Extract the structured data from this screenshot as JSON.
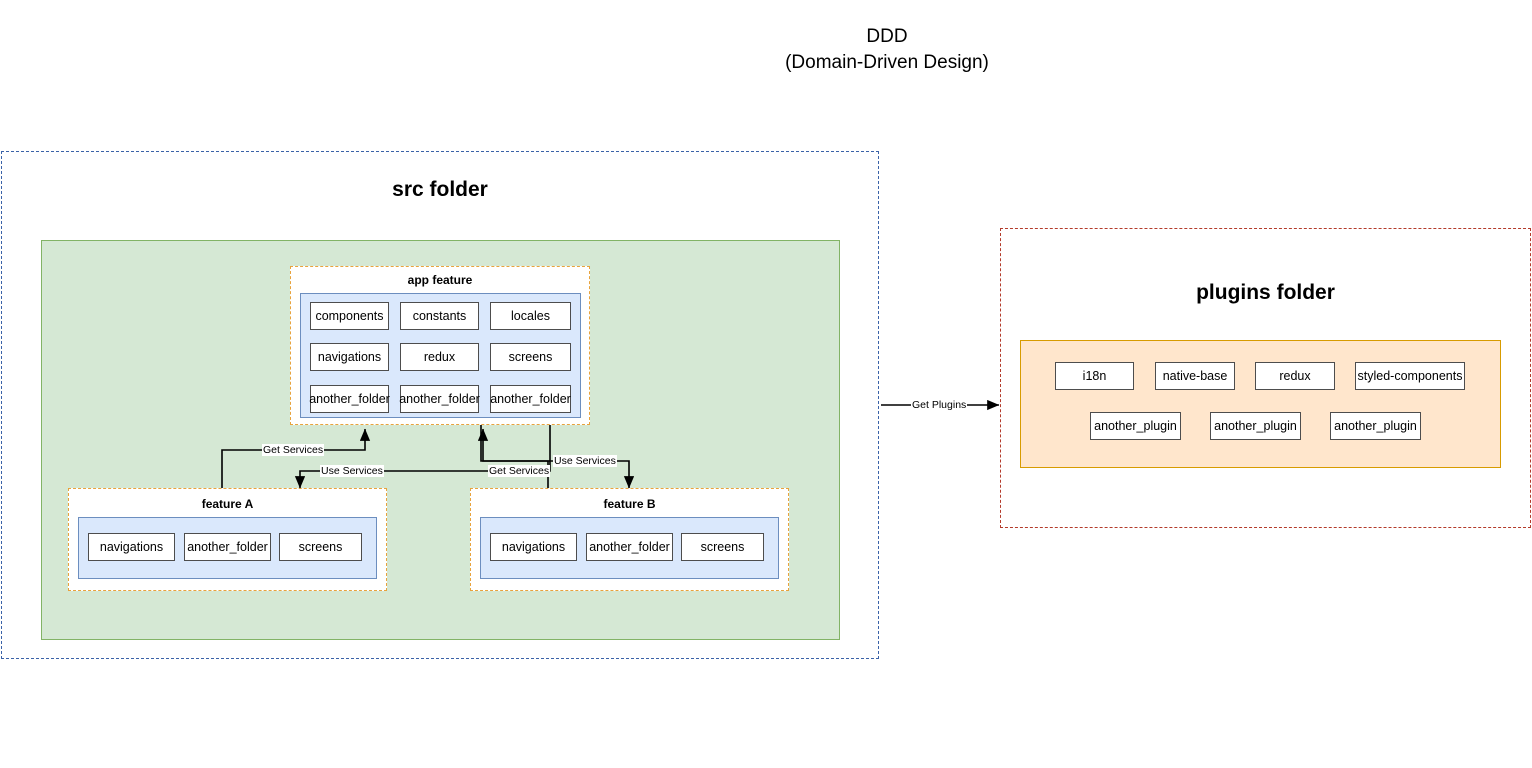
{
  "title": {
    "line1": "DDD",
    "line2": "(Domain-Driven Design)"
  },
  "src_folder": {
    "heading": "src folder",
    "app_feature": {
      "heading": "app feature",
      "items": [
        "components",
        "constants",
        "locales",
        "navigations",
        "redux",
        "screens",
        "another_folder",
        "another_folder",
        "another_folder"
      ]
    },
    "feature_a": {
      "heading": "feature A",
      "items": [
        "navigations",
        "another_folder",
        "screens"
      ]
    },
    "feature_b": {
      "heading": "feature B",
      "items": [
        "navigations",
        "another_folder",
        "screens"
      ]
    }
  },
  "plugins_folder": {
    "heading": "plugins folder",
    "row1": [
      "i18n",
      "native-base",
      "redux",
      "styled-components"
    ],
    "row2": [
      "another_plugin",
      "another_plugin",
      "another_plugin"
    ]
  },
  "edges": {
    "a_get_services": "Get Services",
    "a_use_services": "Use Services",
    "b_get_services": "Get Services",
    "b_use_services": "Use Services",
    "get_plugins": "Get Plugins"
  },
  "colors": {
    "src_border": "#3a62a8",
    "plugins_border": "#b33b2b",
    "green_fill": "#d5e8d4",
    "green_border": "#82b366",
    "blue_fill": "#dae8fc",
    "blue_border": "#6c8ebf",
    "orange_fill": "#ffe6cc",
    "orange_border": "#d79b00",
    "feature_dashed": "#e8a33d",
    "leaf_border": "#4d4d4d",
    "edge": "#000000"
  }
}
